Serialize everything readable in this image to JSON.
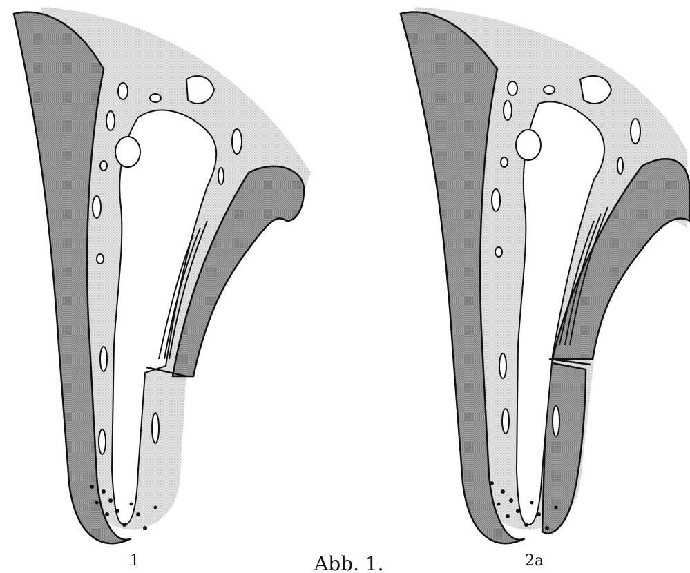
{
  "figure": {
    "caption": "Abb. 1.",
    "panels": [
      {
        "label": "1"
      },
      {
        "label": "2a"
      }
    ]
  },
  "colors": {
    "ink": "#111111",
    "stipple_light": "#dcdcdc",
    "stipple_dark": "#8f8f8f",
    "paper": "#ffffff"
  }
}
